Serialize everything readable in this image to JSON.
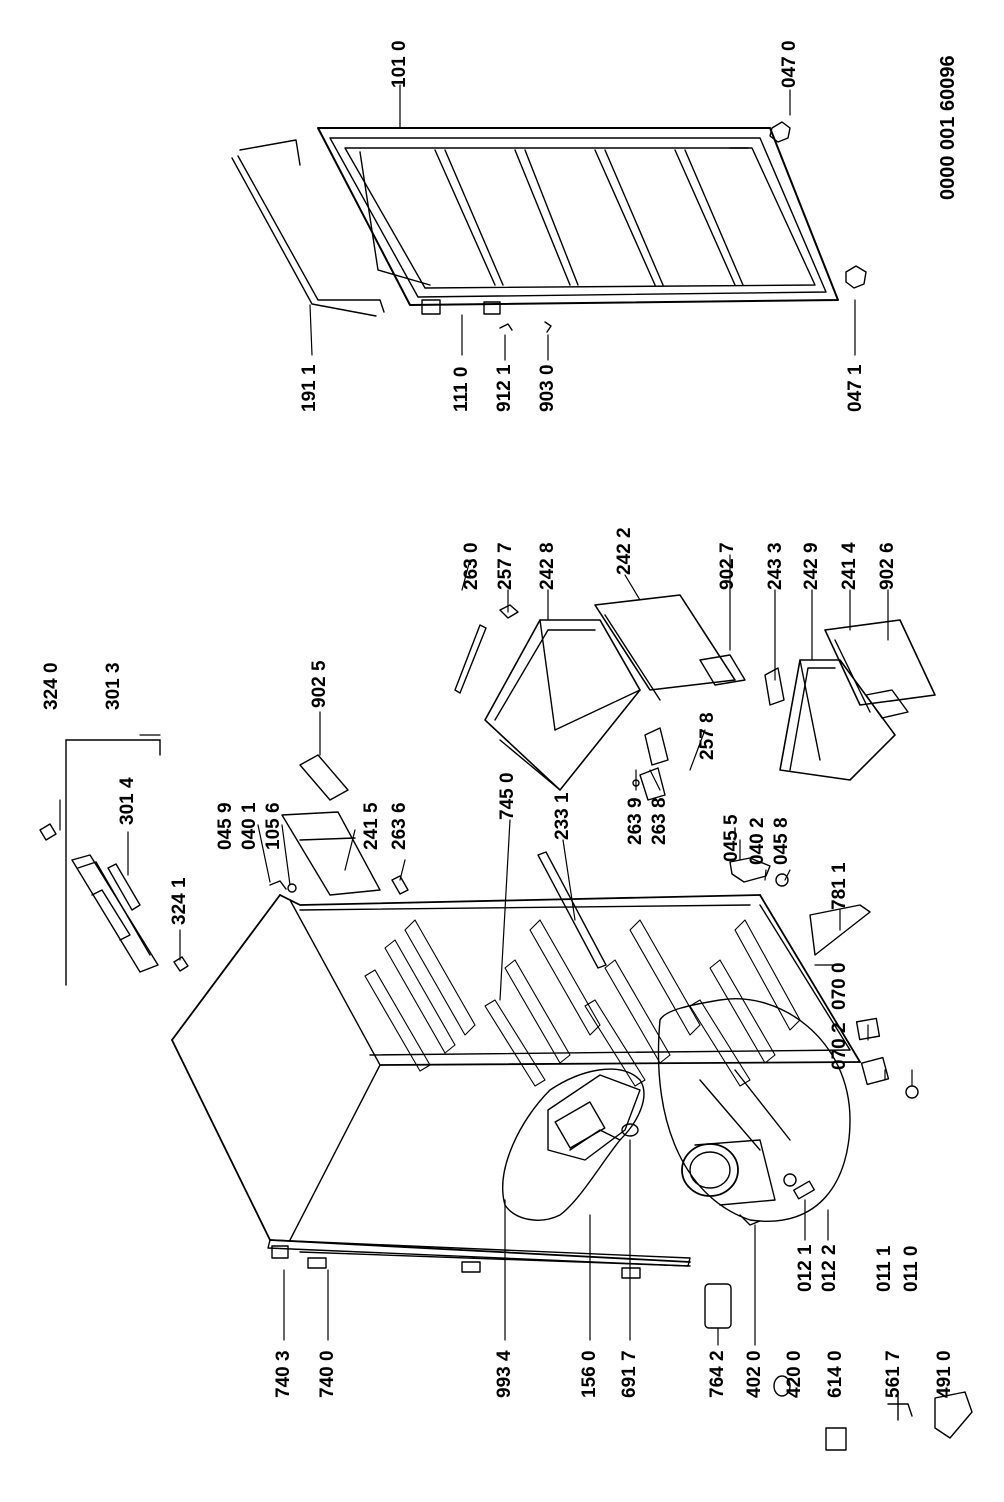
{
  "document_number": "0000 001 60096",
  "part_labels": {
    "p3240": "324 0",
    "p3013": "301 3",
    "p3014": "301 4",
    "p3241": "324 1",
    "p9025": "902 5",
    "p0459": "045 9",
    "p0401": "040 1",
    "p1056": "105 6",
    "p2415": "241 5",
    "p2636": "263 6",
    "p7450": "745 0",
    "p2331": "233 1",
    "p2639": "263 9",
    "p2638": "263 8",
    "p0455": "045 5",
    "p0402": "040 2",
    "p0458": "045 8",
    "p7811": "781 1",
    "p0700": "070 0",
    "p0702": "070 2",
    "p0111": "011 1",
    "p0110": "011 0",
    "p0121": "012 1",
    "p0122": "012 2",
    "p2630": "263 0",
    "p2577": "257 7",
    "p2428": "242 8",
    "p2422": "242 2",
    "p9027": "902 7",
    "p2578": "257 8",
    "p2433": "243 3",
    "p2429": "242 9",
    "p2414": "241 4",
    "p9026": "902 6",
    "p1010": "101 0",
    "p0470": "047 0",
    "p0471": "047 1",
    "p1911": "191 1",
    "p1110": "111 0",
    "p9121": "912 1",
    "p9030": "903 0",
    "p7403": "740 3",
    "p7400": "740 0",
    "p9934": "993 4",
    "p1560": "156 0",
    "p6917": "691 7",
    "p7642": "764 2",
    "p4020": "402 0",
    "p4200": "420 0",
    "p6140": "614 0",
    "p5617": "561 7",
    "p4910": "491 0"
  }
}
